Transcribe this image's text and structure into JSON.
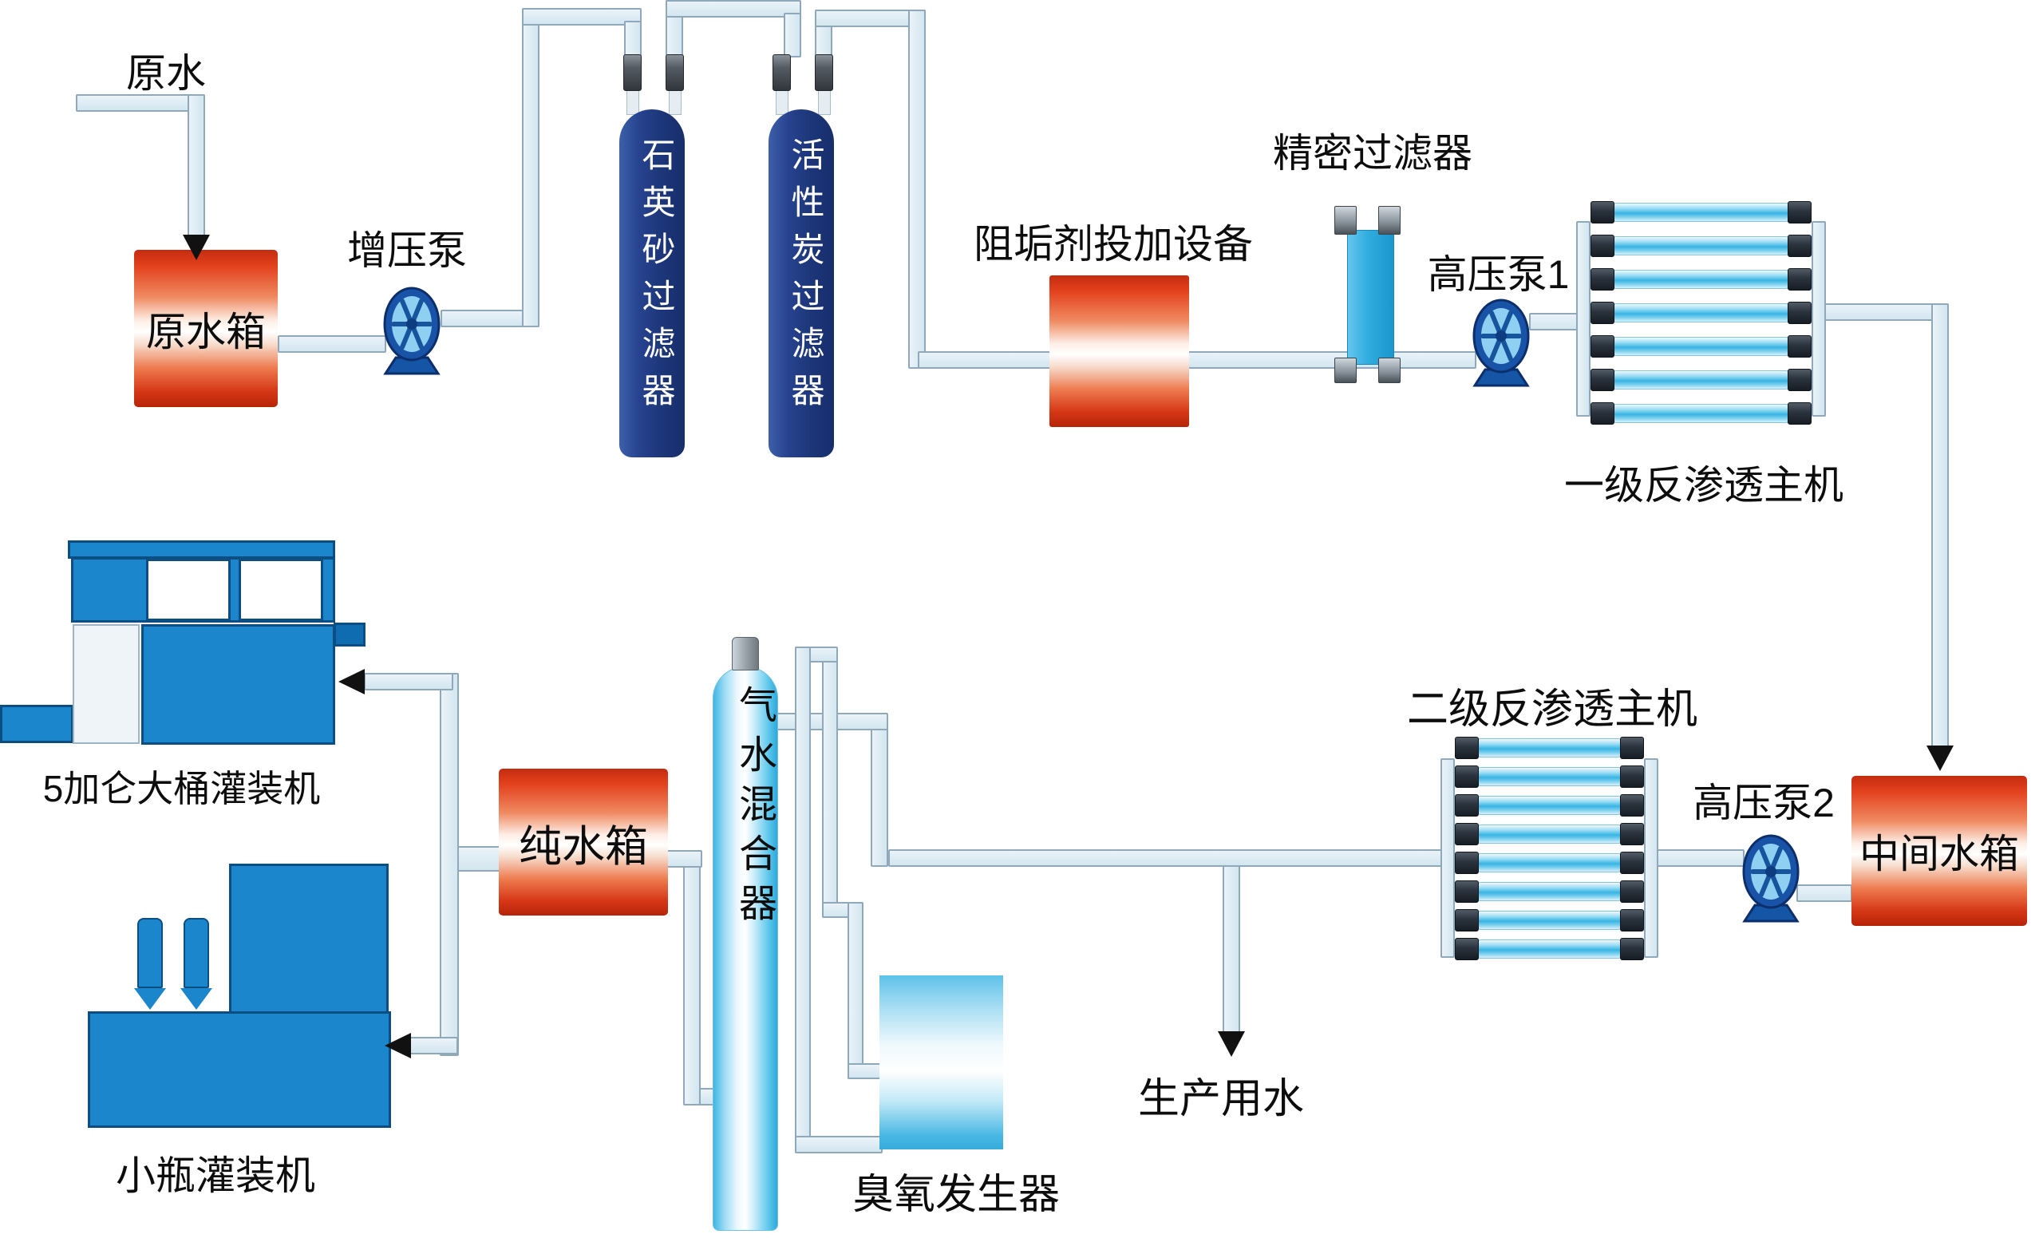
{
  "diagram_title": "瓶装水生产工艺流程图 (bottled water treatment process flow)",
  "labels": {
    "raw_water": "原水",
    "raw_water_tank": "原水箱",
    "booster_pump": "增压泵",
    "quartz_sand_filter": "石英砂过滤器",
    "activated_carbon_filter": "活性炭过滤器",
    "antiscalant_dosing": "阻垢剂投加设备",
    "precision_filter": "精密过滤器",
    "high_pressure_pump_1": "高压泵1",
    "ro_stage_1": "一级反渗透主机",
    "intermediate_tank": "中间水箱",
    "high_pressure_pump_2": "高压泵2",
    "ro_stage_2": "二级反渗透主机",
    "production_water": "生产用水",
    "air_water_mixer": "气水混合器",
    "ozone_generator": "臭氧发生器",
    "pure_water_tank": "纯水箱",
    "five_gallon_filler": "5加仑大桶灌装机",
    "small_bottle_filler": "小瓶灌装机"
  },
  "ro_units": {
    "stage1": {
      "label": "一级反渗透主机",
      "tubes": 7
    },
    "stage2": {
      "label": "二级反渗透主机",
      "tubes": 8
    }
  },
  "colors": {
    "pipe_fill": "#d3e6f0",
    "pipe_stroke": "#8fa9ba",
    "tank_red_top": "#c42c10",
    "tank_red_bottom": "#b72408",
    "filter_navy": "#1c3679",
    "vessel_cyan": "#30acdf",
    "machine_blue": "#1b86cc",
    "machine_outline": "#0d4e82",
    "membrane_blue": "#38b4e4",
    "arrow_black": "#111111",
    "background": "#ffffff"
  }
}
